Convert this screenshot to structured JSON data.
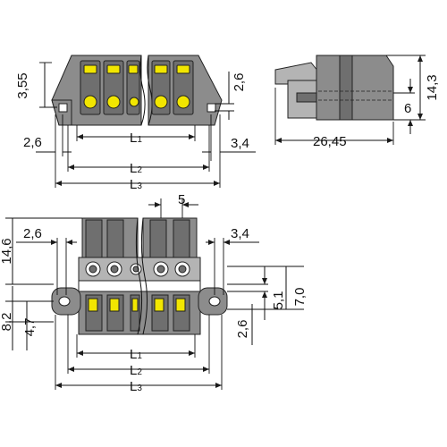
{
  "dimensions": {
    "top_left_height": "3,55",
    "top_left_pitch": "2,6",
    "top_right_pitch": "2,6",
    "top_right_offset": "3,4",
    "side_height": "14,3",
    "side_pin": "6",
    "side_length": "26,45",
    "L1": "L",
    "L2": "L",
    "L3": "L",
    "sub1": "1",
    "sub2": "2",
    "sub3": "3",
    "pitch": "5",
    "bottom_left_pitch": "2,6",
    "bottom_right_offset": "3,4",
    "bottom_left_146": "14,6",
    "bottom_left_82": "8,2",
    "bottom_left_47": "4,7",
    "bottom_right_26": "2,6",
    "bottom_right_51": "5,1",
    "bottom_right_70": "7,0"
  },
  "colors": {
    "housing": "#8c8c8c",
    "housing_dark": "#6f6f6f",
    "housing_light": "#b4b4b4",
    "release_button": "#f2e600"
  }
}
